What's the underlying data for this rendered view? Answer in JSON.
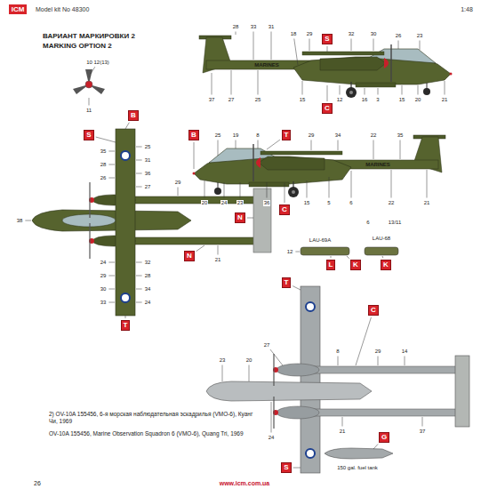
{
  "diagram": {
    "nodes": [
      {
        "text": [
          "S"
        ]
      },
      {
        "text": [
          "C"
        ]
      },
      {
        "text": [
          "B"
        ]
      },
      {
        "text": [
          "T"
        ]
      },
      {
        "text": [
          "C"
        ]
      },
      {
        "text": [
          "B"
        ]
      },
      {
        "text": [
          "S"
        ]
      },
      {
        "text": [
          "N"
        ]
      },
      {
        "text": [
          "N"
        ]
      },
      {
        "text": [
          "T"
        ]
      },
      {
        "text": [
          "L"
        ]
      },
      {
        "text": [
          "K"
        ]
      },
      {
        "text": [
          "K"
        ]
      },
      {
        "text": [
          "T"
        ]
      },
      {
        "text": [
          "C"
        ]
      },
      {
        "text": [
          "G"
        ]
      },
      {
        "text": [
          "S"
        ]
      }
    ],
    "labels": [
      "ICM",
      "Model kit No 48300",
      "1:48",
      "ВАРИАНТ МАРКИРОВКИ 2",
      "MARKING OPTION 2",
      "MARINES",
      "MARINES",
      "28",
      "33",
      "31",
      "18",
      "29",
      "32",
      "30",
      "26",
      "23",
      "37",
      "27",
      "25",
      "15",
      "12",
      "16",
      "3",
      "15",
      "20",
      "21",
      "10 12(13)",
      "11",
      "25",
      "19",
      "8",
      "29",
      "34",
      "22",
      "35",
      "20",
      "24",
      "23",
      "36",
      "15",
      "5",
      "6",
      "22",
      "21",
      "35",
      "28",
      "26",
      "24",
      "29",
      "30",
      "33",
      "25",
      "31",
      "36",
      "27",
      "32",
      "28",
      "34",
      "24",
      "38",
      "29",
      "21",
      "LAU-69A",
      "12",
      "6",
      "13/11",
      "LAU-68",
      "23",
      "20",
      "27",
      "8",
      "14",
      "29",
      "24",
      "21",
      "37",
      "2) OV-10A 155456, 6-я морская наблюдательная эскадрилья (VMO-6), Куанг Чи, 1969",
      "OV-10A 155456, Marine Observation Squadron 6 (VMO-6), Quang Tri, 1969",
      "150 gal. fuel tank",
      "26",
      "www.icm.com.ua"
    ]
  }
}
